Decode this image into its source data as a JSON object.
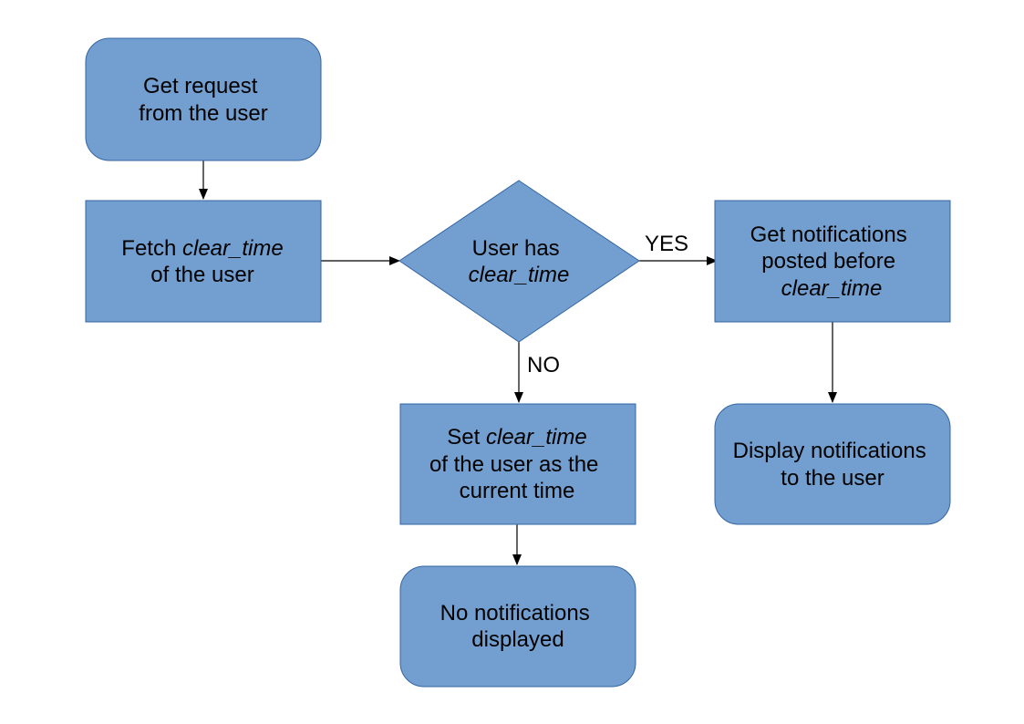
{
  "colors": {
    "node_fill": "#729fcf",
    "node_stroke": "#3465a4",
    "edge": "#000000",
    "background": "#ffffff"
  },
  "nodes": {
    "get_request": {
      "line1": "Get request",
      "line2": "from the user"
    },
    "fetch_clear_time": {
      "line1_plain": "Fetch ",
      "line1_italic": "clear_time",
      "line2": "of the user"
    },
    "decision": {
      "line1": "User has",
      "line2_italic": "clear_time"
    },
    "get_notifications": {
      "line1": "Get notifications",
      "line2": "posted before",
      "line3_italic": "clear_time"
    },
    "display_notifications": {
      "line1": "Display notifications",
      "line2": "to the user"
    },
    "set_clear_time": {
      "line1_plain": "Set ",
      "line1_italic": "clear_time",
      "line2": "of the user as the",
      "line3": "current time"
    },
    "no_notifications": {
      "line1": "No notifications",
      "line2": "displayed"
    }
  },
  "edges": {
    "yes_label": "YES",
    "no_label": "NO"
  }
}
